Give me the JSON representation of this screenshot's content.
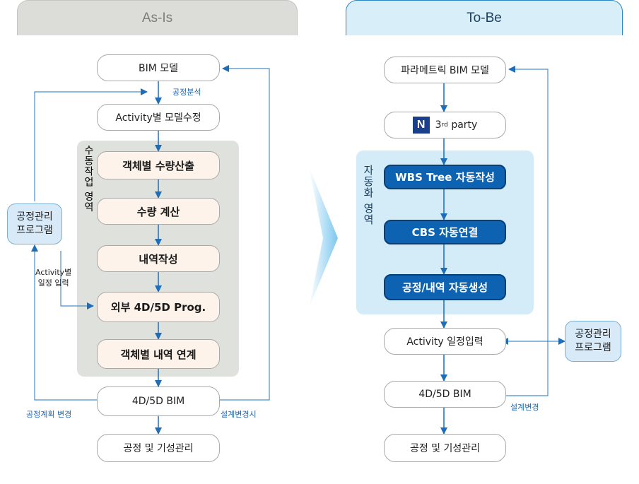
{
  "tabs": {
    "asis": "As-Is",
    "tobe": "To-Be"
  },
  "asis": {
    "bim_model": "BIM 모델",
    "process_analysis": "공정분석",
    "activity_model_edit": "Activity별 모델수정",
    "manual_area": "수동작업 영역",
    "qty_by_object": "객체별 수량산출",
    "qty_calc": "수량 계산",
    "bill_of_qty": "내역작성",
    "ext_program": "외부 4D/5D Prog.",
    "bill_link": "객체별 내역 연계",
    "bim_4d5d": "4D/5D BIM",
    "construction_mgmt": "공정 및 기성관리",
    "schedule_program_1": "공정관리",
    "schedule_program_2": "프로그램",
    "activity_schedule_1": "Activity별",
    "activity_schedule_2": "일정 입력",
    "plan_change": "공정계획 변경",
    "design_change": "설계변경시"
  },
  "tobe": {
    "parametric_bim": "파라메트릭 BIM 모델",
    "third_party_logo": "N",
    "third_party_num": "3",
    "third_party_sup": "rd",
    "third_party_word": "party",
    "auto_area": "자동화 영역",
    "wbs_auto": "WBS Tree 자동작성",
    "cbs_auto": "CBS 자동연결",
    "schedule_auto": "공정/내역 자동생성",
    "activity_schedule": "Activity 일정입력",
    "schedule_program_1": "공정관리",
    "schedule_program_2": "프로그램",
    "bim_4d5d": "4D/5D BIM",
    "design_change": "설계변경",
    "construction_mgmt": "공정 및 기성관리"
  },
  "colors": {
    "arrow": "#1f6db6",
    "line": "#4a8fcc",
    "accent_blue": "#0d63b2"
  },
  "icons": {
    "transition": "big-right-arrow-icon"
  }
}
